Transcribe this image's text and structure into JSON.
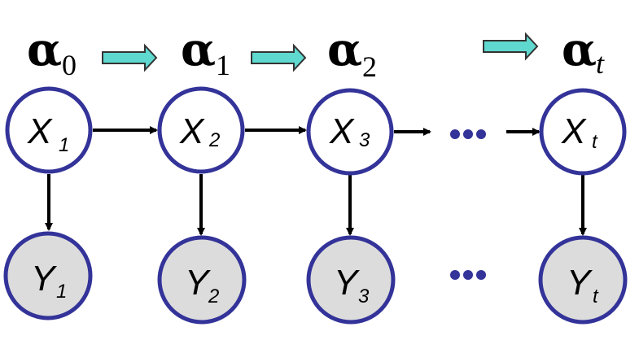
{
  "diagram": {
    "title": "Hidden Markov Model forward messages",
    "colors": {
      "node_stroke": "#333399",
      "hidden_fill": "#ffffff",
      "observed_fill": "#dcdcdc",
      "message_arrow_fill": "#5fd8cf",
      "ellipsis_dots": "#333399"
    },
    "alphas": [
      {
        "symbol": "α",
        "sub": "0"
      },
      {
        "symbol": "α",
        "sub": "1"
      },
      {
        "symbol": "α",
        "sub": "2"
      },
      {
        "symbol": "α",
        "sub": "t"
      }
    ],
    "hidden_nodes": [
      {
        "main": "X",
        "sub": "1"
      },
      {
        "main": "X",
        "sub": "2"
      },
      {
        "main": "X",
        "sub": "3"
      },
      {
        "main": "X",
        "sub": "t"
      }
    ],
    "observed_nodes": [
      {
        "main": "Y",
        "sub": "1"
      },
      {
        "main": "Y",
        "sub": "2"
      },
      {
        "main": "Y",
        "sub": "3"
      },
      {
        "main": "Y",
        "sub": "t"
      }
    ],
    "ellipsis": "…"
  }
}
